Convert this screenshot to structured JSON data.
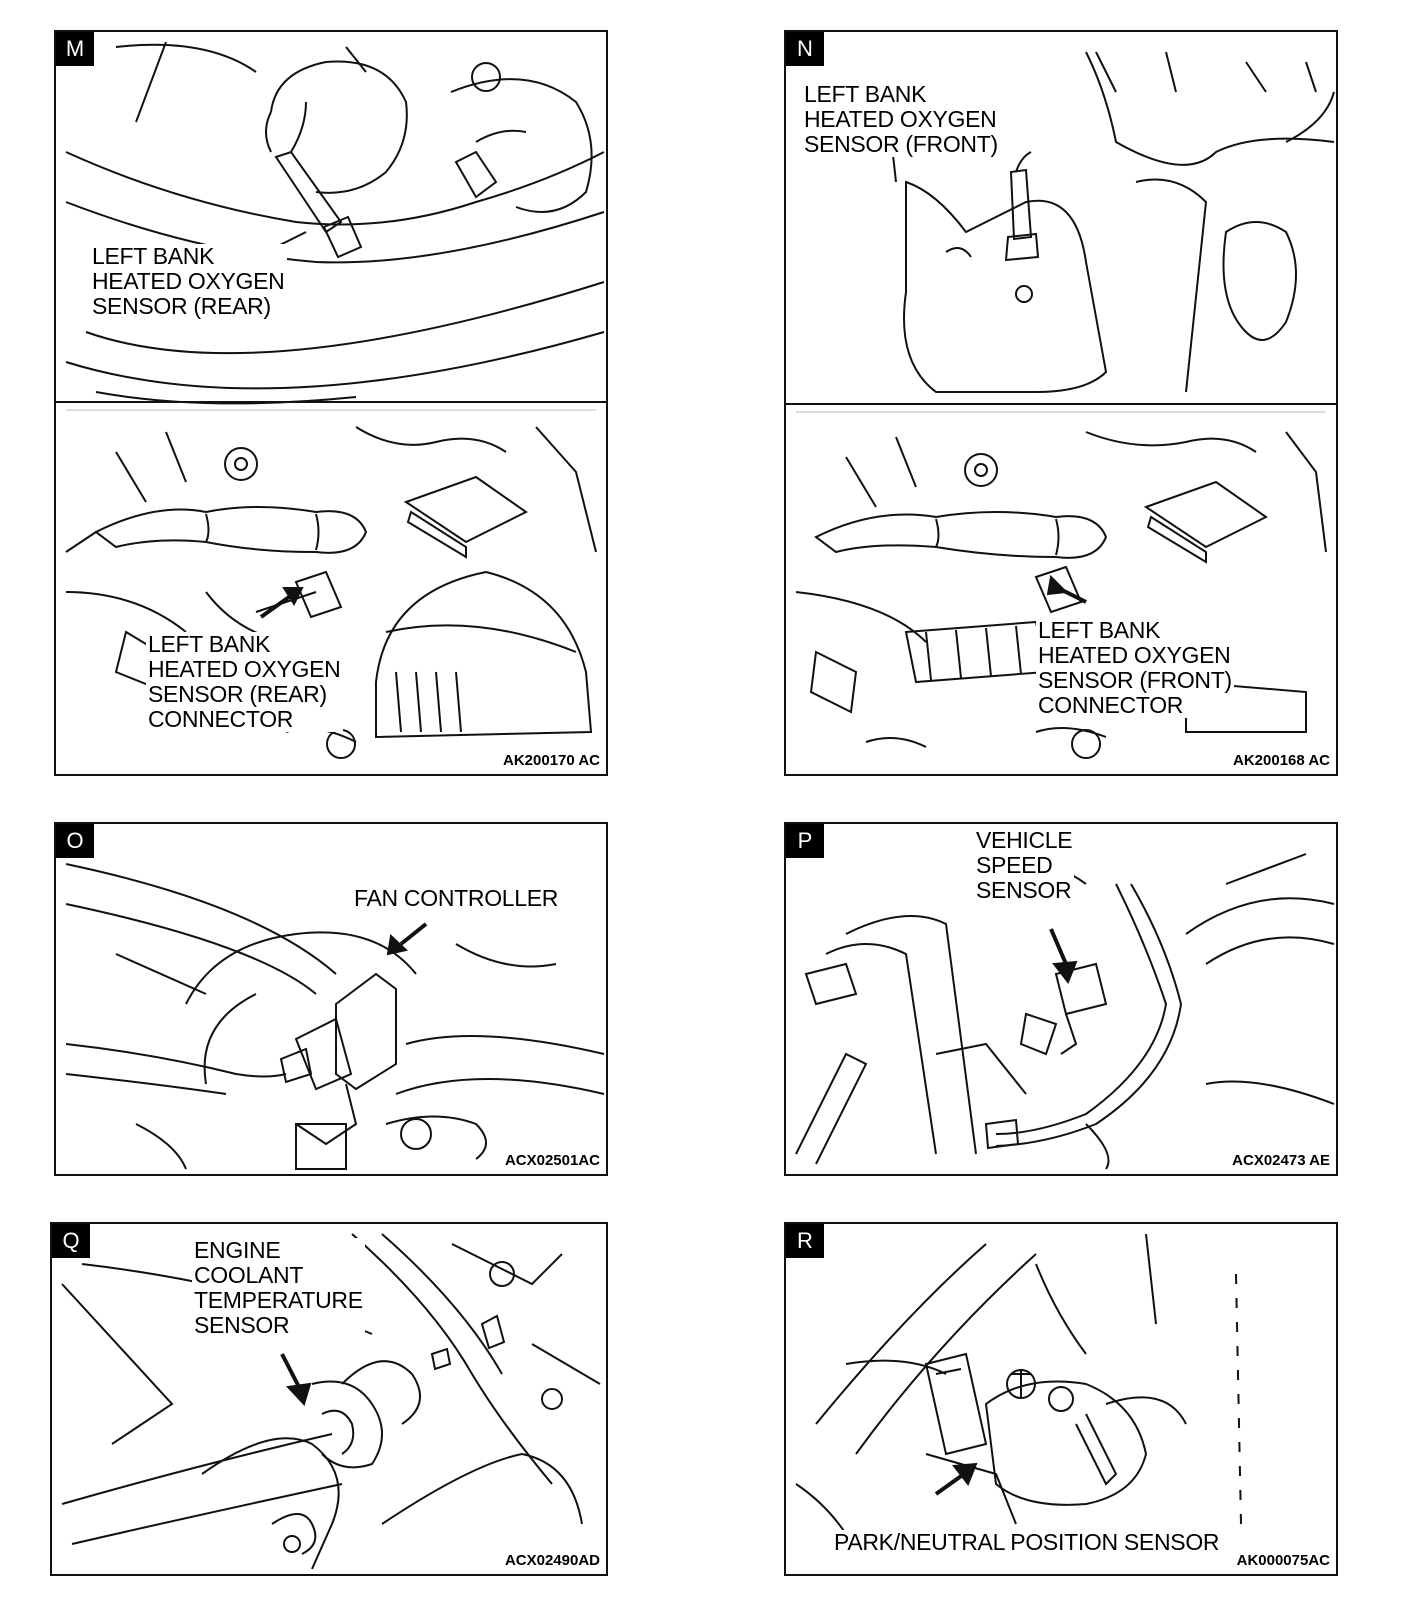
{
  "panels": {
    "M": {
      "badge": "M",
      "top": {
        "label_lines": [
          "LEFT BANK",
          "HEATED OXYGEN",
          "SENSOR (REAR)"
        ]
      },
      "bottom": {
        "label_lines": [
          "LEFT BANK",
          "HEATED OXYGEN",
          "SENSOR (REAR)",
          "CONNECTOR"
        ]
      },
      "code": "AK200170 AC"
    },
    "N": {
      "badge": "N",
      "top": {
        "label_lines": [
          "LEFT BANK",
          "HEATED OXYGEN",
          "SENSOR (FRONT)"
        ]
      },
      "bottom": {
        "label_lines": [
          "LEFT BANK",
          "HEATED OXYGEN",
          "SENSOR (FRONT)",
          "CONNECTOR"
        ]
      },
      "code": "AK200168 AC"
    },
    "O": {
      "badge": "O",
      "label_lines": [
        "FAN CONTROLLER"
      ],
      "code": "ACX02501AC"
    },
    "P": {
      "badge": "P",
      "label_lines": [
        "VEHICLE",
        "SPEED",
        "SENSOR"
      ],
      "code": "ACX02473 AE"
    },
    "Q": {
      "badge": "Q",
      "label_lines": [
        "ENGINE",
        "COOLANT",
        "TEMPERATURE",
        "SENSOR"
      ],
      "code": "ACX02490AD"
    },
    "R": {
      "badge": "R",
      "label_lines": [
        "PARK/NEUTRAL POSITION SENSOR"
      ],
      "code": "AK000075AC"
    }
  }
}
